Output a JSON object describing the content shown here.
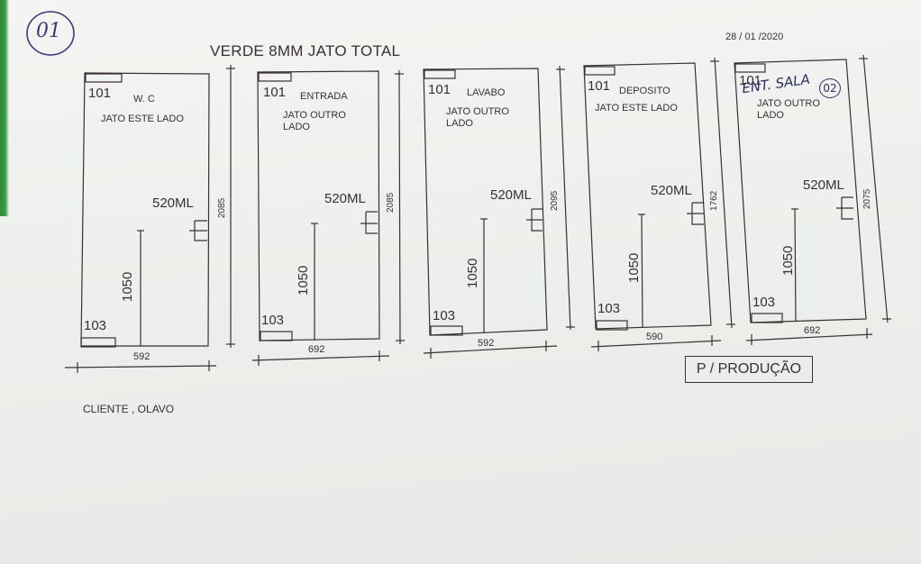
{
  "header": {
    "stamp": "01",
    "title": "VERDE 8MM JATO TOTAL",
    "date": "28 / 01 /2020"
  },
  "panels": [
    {
      "code_top": "101",
      "room": "W. C",
      "side_text": "JATO ESTE LADO",
      "handle": "520ML",
      "handle_height": "1050",
      "code_bottom": "103",
      "width": "592",
      "height": "2085"
    },
    {
      "code_top": "101",
      "room": "ENTRADA",
      "side_text": "JATO OUTRO LADO",
      "handle": "520ML",
      "handle_height": "1050",
      "code_bottom": "103",
      "width": "692",
      "height": "2085"
    },
    {
      "code_top": "101",
      "room": "LAVABO",
      "side_text": "JATO OUTRO LADO",
      "handle": "520ML",
      "handle_height": "1050",
      "code_bottom": "103",
      "width": "592",
      "height": "2095"
    },
    {
      "code_top": "101",
      "room": "DEPOSITO",
      "side_text": "JATO ESTE LADO",
      "handle": "520ML",
      "handle_height": "1050",
      "code_bottom": "103",
      "width": "590",
      "height": "1762"
    },
    {
      "code_top": "101",
      "room": "ENT. SALA",
      "room_number": "02",
      "side_text": "JATO OUTRO LADO",
      "handle": "520ML",
      "handle_height": "1050",
      "code_bottom": "103",
      "width": "692",
      "height": "2075"
    }
  ],
  "footer": {
    "client": "CLIENTE ,  OLAVO",
    "production_box": "P / PRODUÇÃO"
  },
  "colors": {
    "ink": "#3a2f33",
    "pen": "#2f2d66",
    "green_edge": "#3c9c45"
  }
}
